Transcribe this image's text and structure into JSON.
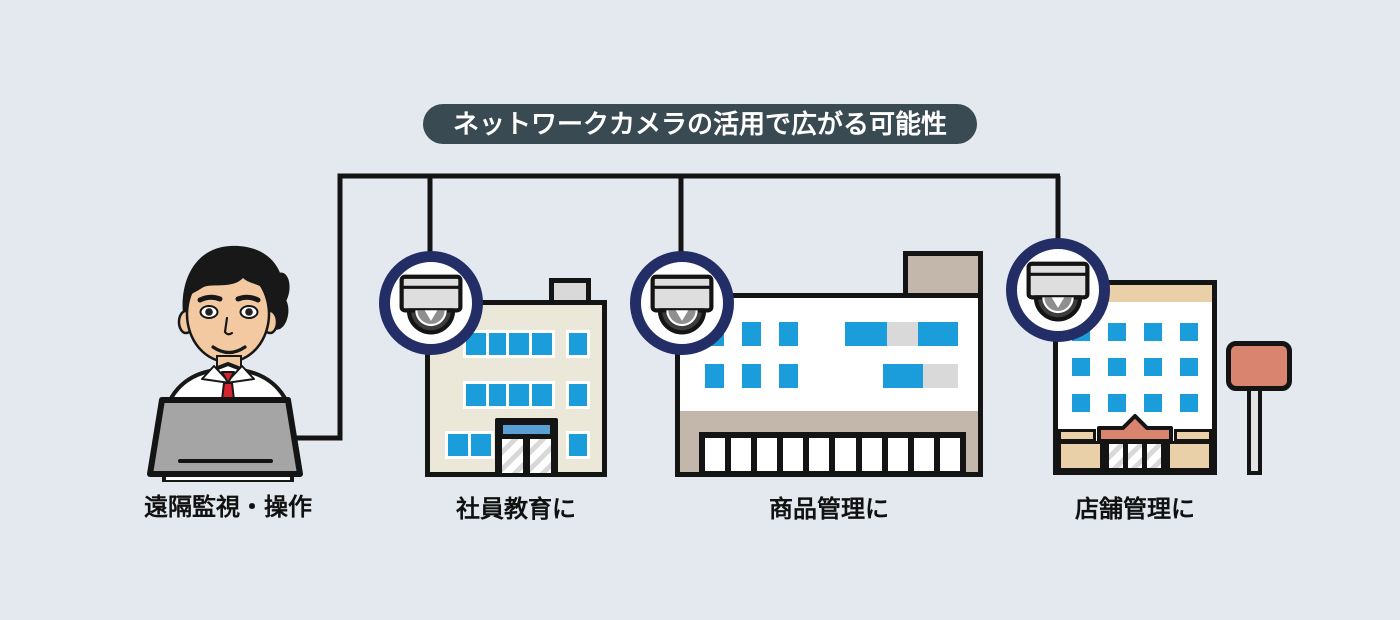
{
  "title": "ネットワークカメラの活用で広がる可能性",
  "nodes": [
    {
      "id": "remote-operator",
      "label": "遠隔監視・操作",
      "icon": "operator-laptop-icon"
    },
    {
      "id": "employee-training",
      "label": "社員教育に",
      "icon": "dome-camera-icon"
    },
    {
      "id": "product-management",
      "label": "商品管理に",
      "icon": "dome-camera-icon"
    },
    {
      "id": "store-management",
      "label": "店舗管理に",
      "icon": "dome-camera-icon"
    }
  ],
  "colors": {
    "background": "#e3e9ee",
    "banner": "#3a4a52",
    "line": "#141414",
    "navy": "#232d66",
    "blue": "#1b9cdb",
    "door-blue": "#5a9fd4",
    "cream": "#ebe7d9",
    "tan-gray": "#c2b7aa",
    "tan": "#e9d0a9",
    "salmon": "#d9846f",
    "laptop": "#a5a5a5",
    "tie": "#d6252e",
    "skin": "#f3c9a2",
    "camera-body": "#dedede",
    "dome-dark": "#3d3d3d",
    "roof-gray": "#d9d9d9"
  }
}
